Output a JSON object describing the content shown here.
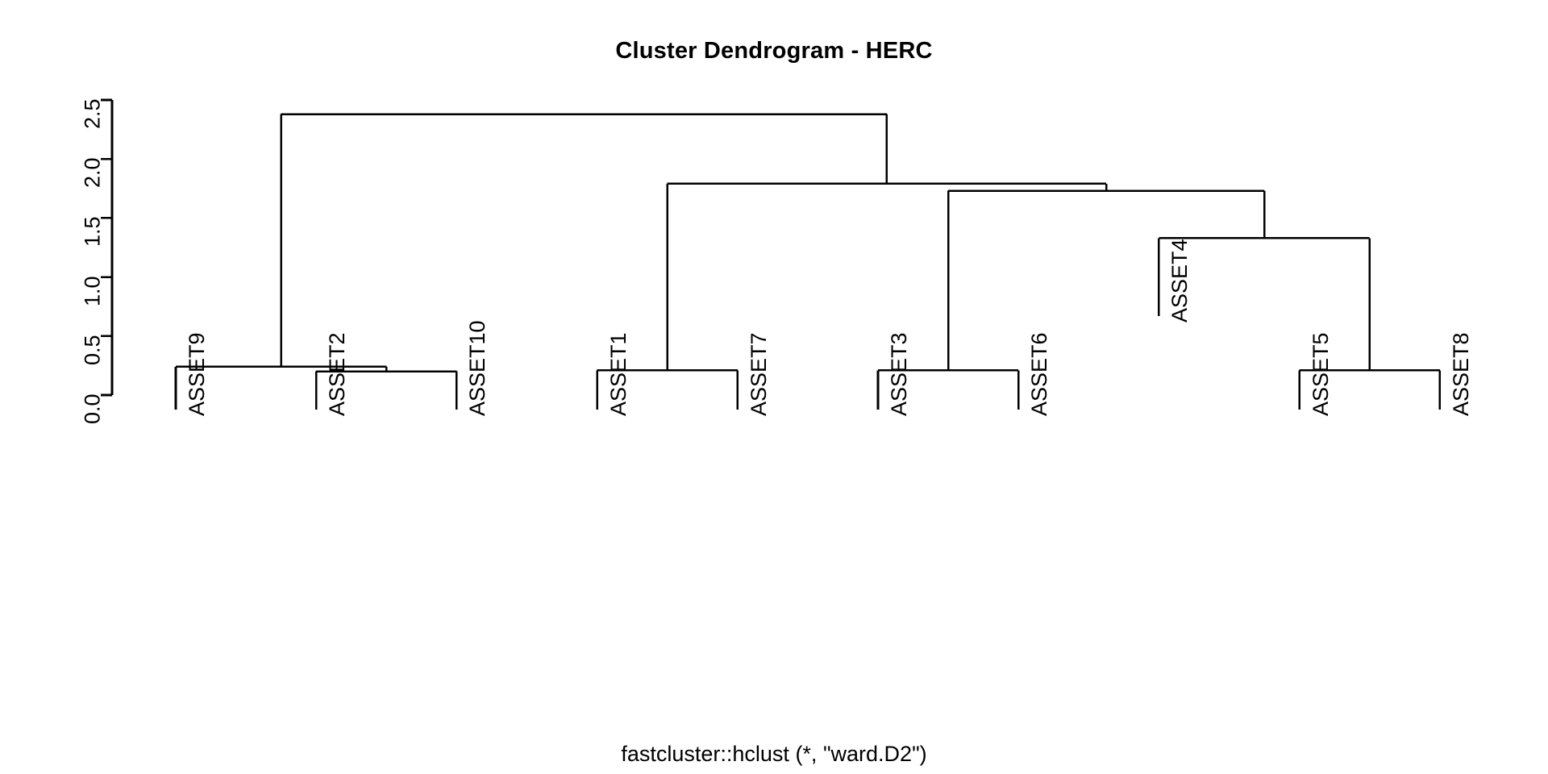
{
  "plot": {
    "title": "Cluster Dendrogram - HERC",
    "subtitle": "fastcluster::hclust (*, \"ward.D2\")",
    "background_color": "#ffffff",
    "line_color": "#000000",
    "text_color": "#000000"
  },
  "chart_data": {
    "type": "dendrogram",
    "title": "Cluster Dendrogram - HERC",
    "subtitle": "fastcluster::hclust (*, \"ward.D2\")",
    "xlabel": "",
    "ylabel": "",
    "grid": false,
    "legend": "none",
    "ylim": [
      0.0,
      2.5
    ],
    "yticks": [
      "0.0",
      "0.5",
      "1.0",
      "1.5",
      "2.0",
      "2.5"
    ],
    "ytick_values": [
      0.0,
      0.5,
      1.0,
      1.5,
      2.0,
      2.5
    ],
    "leaf_order": [
      "ASSET9",
      "ASSET2",
      "ASSET10",
      "ASSET1",
      "ASSET7",
      "ASSET3",
      "ASSET6",
      "ASSET4",
      "ASSET5",
      "ASSET8"
    ],
    "leaf_count": 10,
    "merges": [
      {
        "id": "m1",
        "label": "ASSET2 + ASSET10",
        "left": "ASSET2",
        "right": "ASSET10",
        "height": 0.2
      },
      {
        "id": "m2",
        "label": "ASSET9 + (ASSET2,ASSET10)",
        "left": "ASSET9",
        "right": "m1",
        "height": 0.24
      },
      {
        "id": "m3",
        "label": "ASSET1 + ASSET7",
        "left": "ASSET1",
        "right": "ASSET7",
        "height": 0.21
      },
      {
        "id": "m4",
        "label": "ASSET3 + ASSET6",
        "left": "ASSET3",
        "right": "ASSET6",
        "height": 0.21
      },
      {
        "id": "m5",
        "label": "ASSET5 + ASSET8",
        "left": "ASSET5",
        "right": "ASSET8",
        "height": 0.21
      },
      {
        "id": "m6",
        "label": "ASSET4 + (ASSET5,ASSET8)",
        "left": "ASSET4",
        "right": "m5",
        "height": 1.33
      },
      {
        "id": "m7",
        "label": "(ASSET3,ASSET6) + (ASSET4,ASSET5,ASSET8)",
        "left": "m4",
        "right": "m6",
        "height": 1.73
      },
      {
        "id": "m8",
        "label": "(ASSET1,ASSET7) + right-subtree",
        "left": "m3",
        "right": "m7",
        "height": 1.79
      },
      {
        "id": "m9",
        "label": "root",
        "left": "m2",
        "right": "m8",
        "height": 2.38
      }
    ]
  }
}
